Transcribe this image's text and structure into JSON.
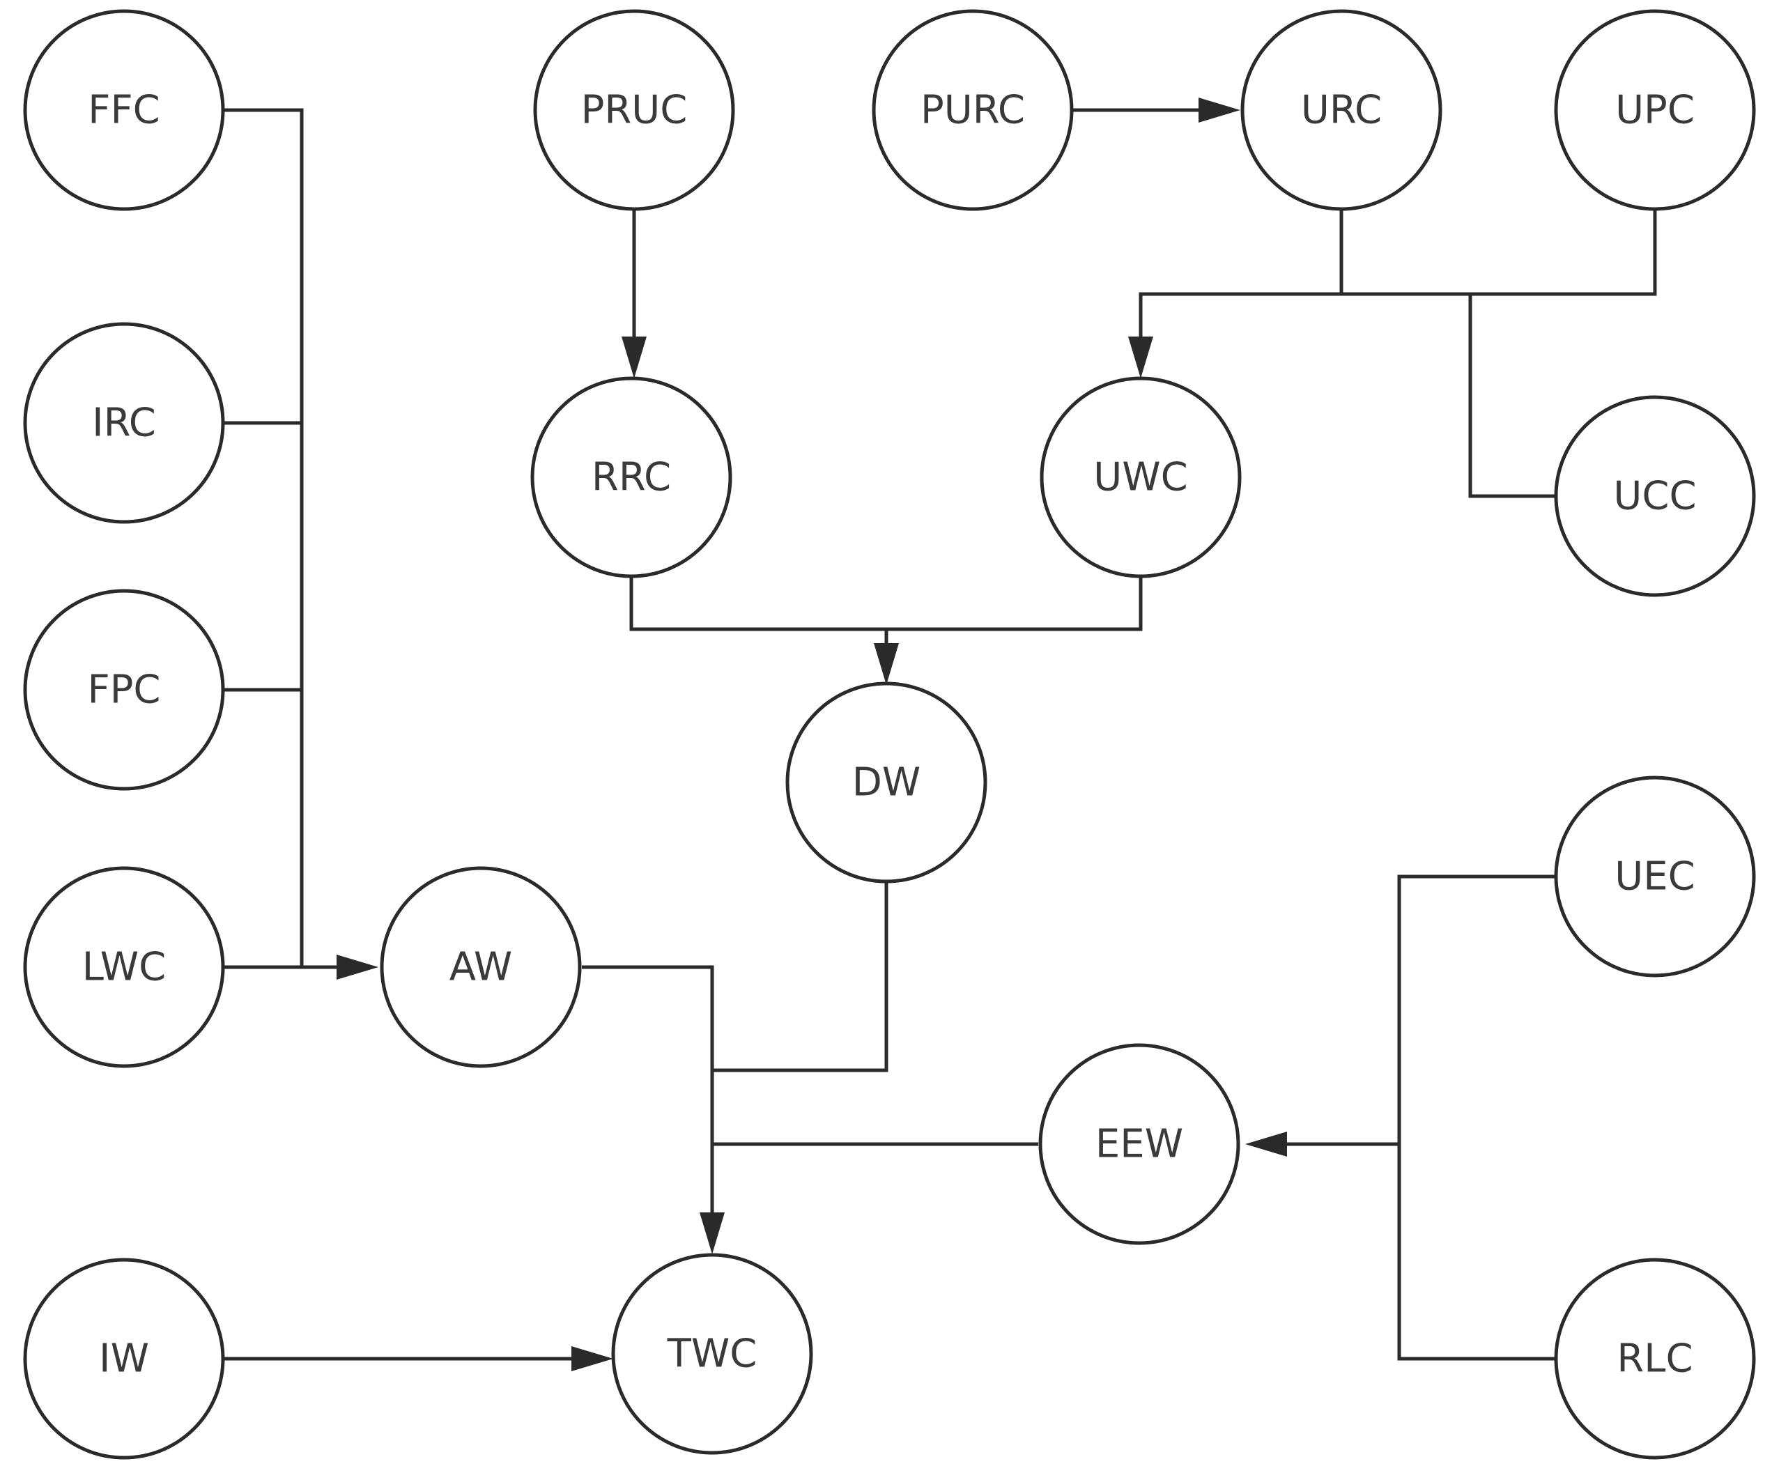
{
  "diagram": {
    "nodes": {
      "FFC": "FFC",
      "IRC": "IRC",
      "FPC": "FPC",
      "LWC": "LWC",
      "IW": "IW",
      "PRUC": "PRUC",
      "RRC": "RRC",
      "AW": "AW",
      "DW": "DW",
      "TWC": "TWC",
      "PURC": "PURC",
      "URC": "URC",
      "UPC": "UPC",
      "UWC": "UWC",
      "UCC": "UCC",
      "EEW": "EEW",
      "UEC": "UEC",
      "RLC": "RLC"
    },
    "edges": [
      {
        "from": [
          "FFC",
          "IRC",
          "FPC",
          "LWC"
        ],
        "to": "AW"
      },
      {
        "from": [
          "PRUC"
        ],
        "to": "RRC"
      },
      {
        "from": [
          "PURC"
        ],
        "to": "URC"
      },
      {
        "from": [
          "URC",
          "UPC",
          "UCC"
        ],
        "to": "UWC"
      },
      {
        "from": [
          "RRC",
          "UWC"
        ],
        "to": "DW"
      },
      {
        "from": [
          "AW",
          "DW",
          "EEW"
        ],
        "to": "TWC"
      },
      {
        "from": [
          "UEC",
          "RLC"
        ],
        "to": "EEW"
      },
      {
        "from": [
          "IW"
        ],
        "to": "TWC"
      }
    ],
    "colors": {
      "stroke": "#2a2a2a",
      "text": "#3a3a3a",
      "background": "#ffffff"
    }
  }
}
